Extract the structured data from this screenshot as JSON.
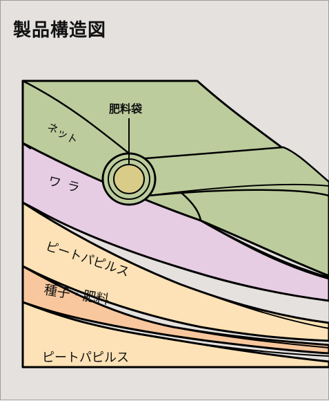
{
  "title": "製品構造図",
  "labels": {
    "fertilizer_bag": "肥料袋",
    "net": "ネット",
    "straw": "ワラ",
    "peat_pellets_upper": "ピートパピルス",
    "seed_fertilizer": "種子・肥料",
    "peat_pellets_lower": "ピートパピルス"
  },
  "colors": {
    "background": "#e4e1df",
    "net": "#bccc9c",
    "straw": "#e6cde3",
    "peat": "#fce2b6",
    "seed": "#f8c79d",
    "bag": "#d8cc88"
  }
}
